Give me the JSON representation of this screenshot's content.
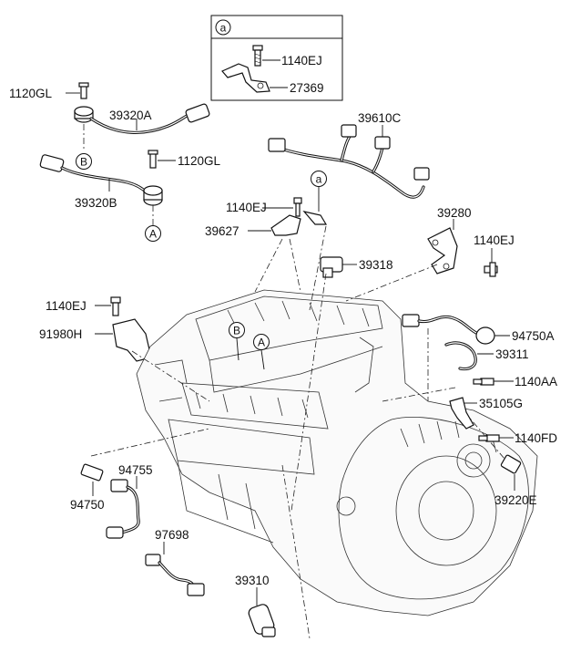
{
  "labels": {
    "p1140ej_inset": "1140EJ",
    "p27369": "27369",
    "p1120gl_left": "1120GL",
    "p39320a": "39320A",
    "p1120gl_right": "1120GL",
    "p39320b": "39320B",
    "p39610c": "39610C",
    "p1140ej_top": "1140EJ",
    "p39627": "39627",
    "p39280": "39280",
    "p1140ej_right": "1140EJ",
    "p39318": "39318",
    "p1140ej_left": "1140EJ",
    "p91980h": "91980H",
    "p94750a": "94750A",
    "p39311": "39311",
    "p1140aa": "1140AA",
    "p35105g": "35105G",
    "p1140fd": "1140FD",
    "p39220e": "39220E",
    "p94755": "94755",
    "p94750": "94750",
    "p97698": "97698",
    "p39310": "39310"
  },
  "callouts": {
    "a": "a",
    "A": "A",
    "B": "B"
  }
}
